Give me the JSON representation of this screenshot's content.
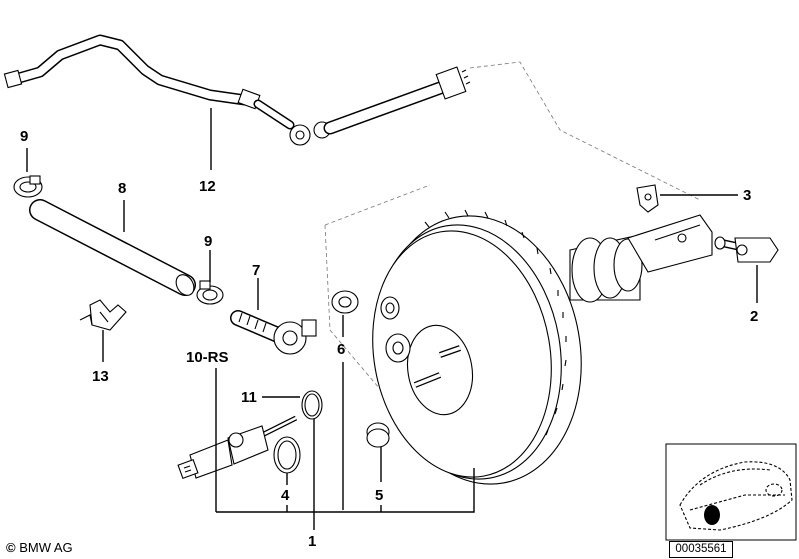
{
  "labels": {
    "l1": "1",
    "l2": "2",
    "l3": "3",
    "l4": "4",
    "l5": "5",
    "l6": "6",
    "l7": "7",
    "l8": "8",
    "l9a": "9",
    "l9b": "9",
    "l10": "10-RS",
    "l11": "11",
    "l12": "12",
    "l13": "13"
  },
  "footer": {
    "copyright_symbol": "©",
    "copyright_text": "BMW AG",
    "reference_number": "00035561"
  },
  "colors": {
    "line": "#000000",
    "background": "#ffffff",
    "highlight": "#000000"
  }
}
